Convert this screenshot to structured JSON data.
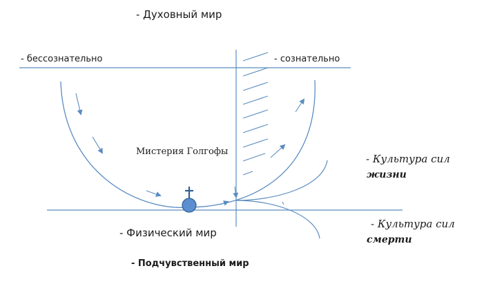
{
  "labels": {
    "spiritual_world": "- Духовный мир",
    "unconscious": "- бессознательно",
    "conscious": "- сознательно",
    "mystery": "Мистерия Голгофы",
    "physical_world": "- Физический мир",
    "subsensible_world": "- Подчувственный мир",
    "culture_life_line1": "- Культура сил",
    "culture_life_line2": "жизни",
    "culture_death_line1": "- Культура сил",
    "culture_death_line2": "смерти"
  },
  "colors": {
    "line": "#5b8cc0",
    "text": "#1a1a1a",
    "circle_fill": "#5b8fcf",
    "circle_stroke": "#2f5f93"
  },
  "icons": {
    "cross": "cross-icon"
  }
}
